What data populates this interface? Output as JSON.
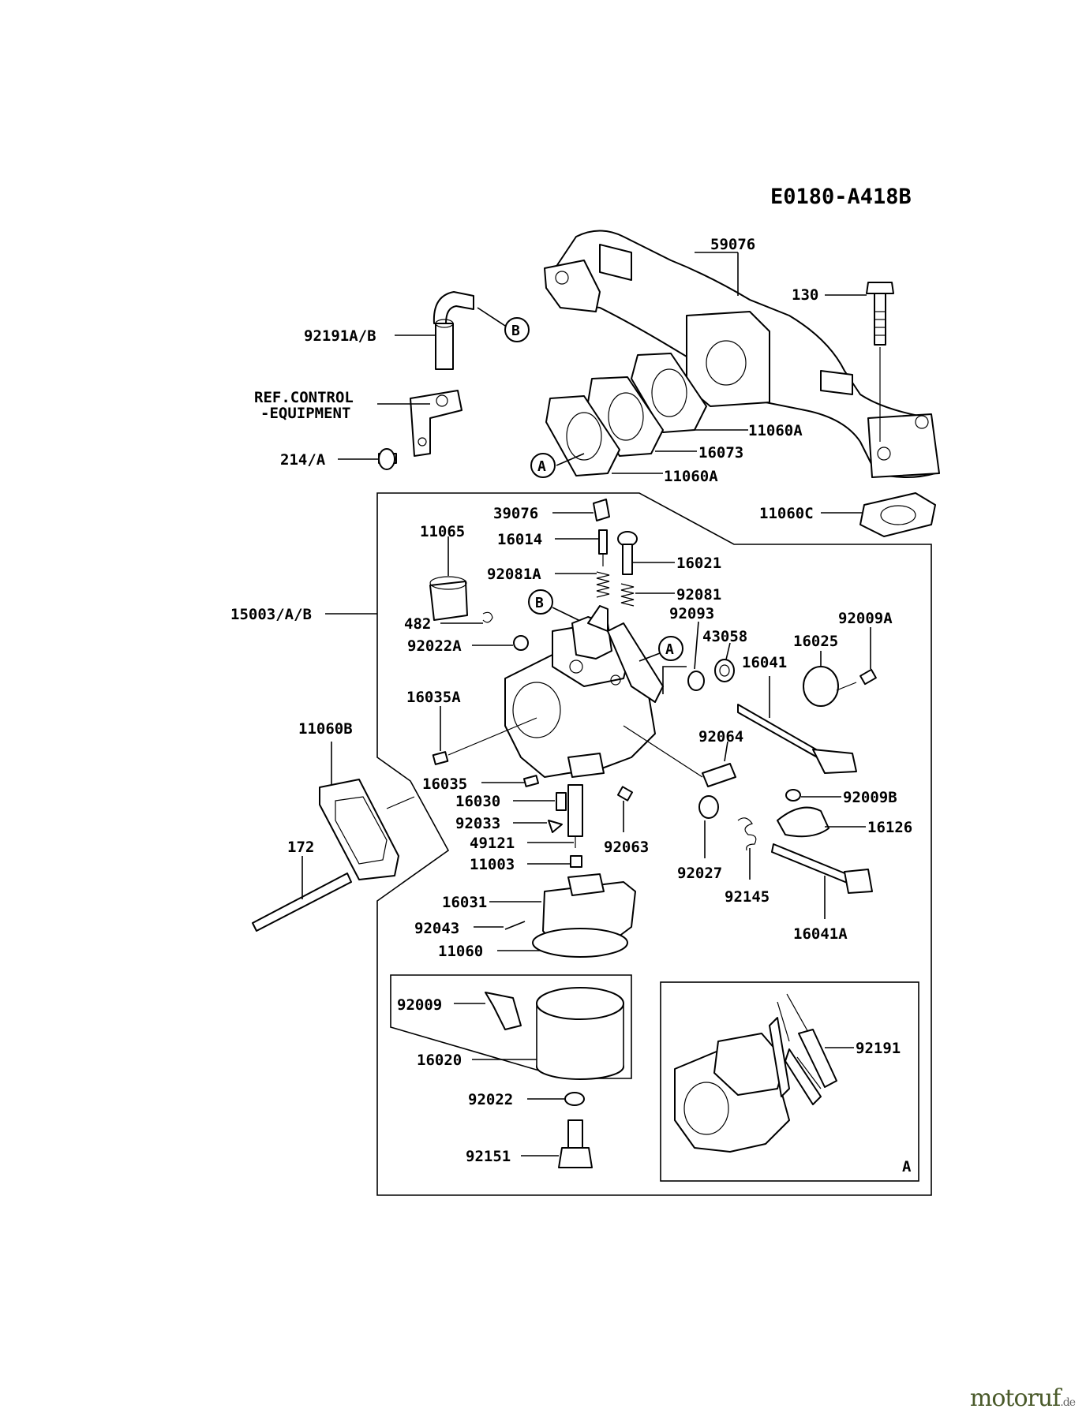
{
  "diagram": {
    "code": "E0180-A418B",
    "labels": {
      "59076": "59076",
      "130": "130",
      "92191AB": "92191A/B",
      "ref1": "REF.CONTROL",
      "ref2": "-EQUIPMENT",
      "214A": "214/A",
      "11060A_1": "11060A",
      "16073": "16073",
      "11060A_2": "11060A",
      "11060C": "11060C",
      "39076": "39076",
      "11065": "11065",
      "16014": "16014",
      "16021": "16021",
      "92081A": "92081A",
      "92081": "92081",
      "15003AB": "15003/A/B",
      "92093": "92093",
      "482": "482",
      "92009A": "92009A",
      "43058": "43058",
      "16025": "16025",
      "92022A": "92022A",
      "16041": "16041",
      "16035A": "16035A",
      "11060B": "11060B",
      "92064": "92064",
      "16035": "16035",
      "16030": "16030",
      "92009B": "92009B",
      "92033": "92033",
      "16126": "16126",
      "49121": "49121",
      "92063": "92063",
      "172": "172",
      "11003": "11003",
      "92027": "92027",
      "92145": "92145",
      "16031": "16031",
      "16041A": "16041A",
      "92043": "92043",
      "11060": "11060",
      "92009": "92009",
      "92191": "92191",
      "16020": "16020",
      "92022": "92022",
      "92151": "92151",
      "inset": "A"
    },
    "callouts": {
      "a": "A",
      "b": "B"
    }
  },
  "watermark": {
    "main": "motoruf",
    "suffix": ".de"
  }
}
